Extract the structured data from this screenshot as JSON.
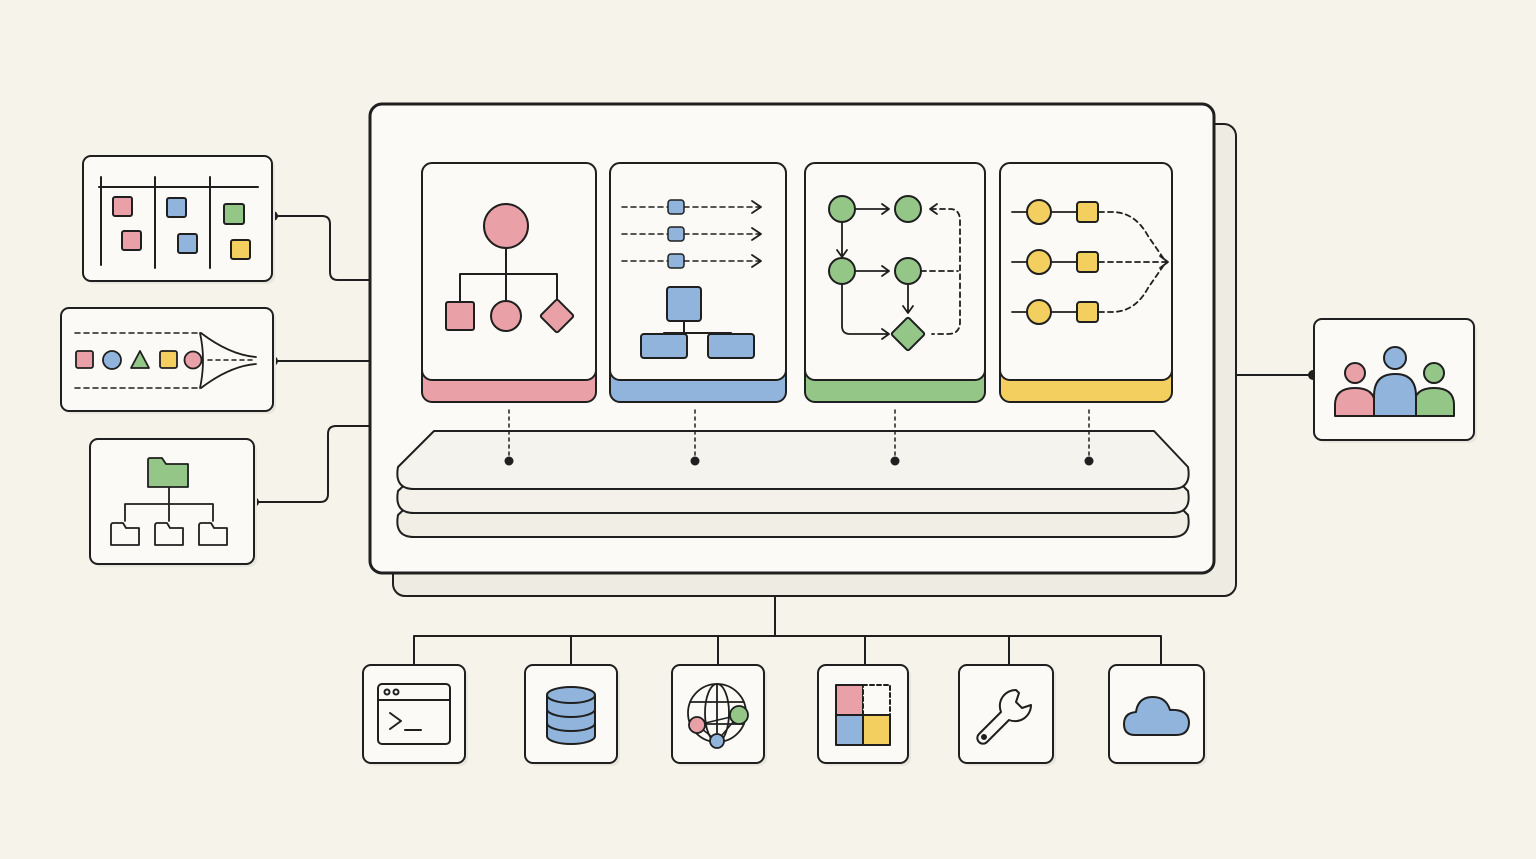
{
  "colors": {
    "background": "#f6f3ea",
    "ink": "#1f1f1f",
    "panel_fill": "#fbfaf6",
    "shadow_fill": "#eeebe2",
    "red": "#e9a0a6",
    "blue": "#90b4dc",
    "green": "#93c687",
    "yellow": "#f2cf5e",
    "grey_line": "#6e6e6e"
  },
  "left_inputs": [
    {
      "name": "kanban-board-card",
      "icon": "kanban-board-icon"
    },
    {
      "name": "shape-funnel-card",
      "icon": "funnel-icon"
    },
    {
      "name": "folder-tree-card",
      "icon": "folder-tree-icon"
    }
  ],
  "core_panels": [
    {
      "name": "hierarchy-panel",
      "icon": "hierarchy-icon",
      "accent": "red"
    },
    {
      "name": "sequence-panel",
      "icon": "sequence-flow-icon",
      "accent": "blue"
    },
    {
      "name": "workflow-loop-panel",
      "icon": "workflow-loop-icon",
      "accent": "green"
    },
    {
      "name": "merge-panel",
      "icon": "parallel-merge-icon",
      "accent": "yellow"
    }
  ],
  "base_layers": 3,
  "right_output": {
    "name": "team-card",
    "icon": "people-group-icon"
  },
  "bottom_tools": [
    {
      "name": "terminal-card",
      "icon": "terminal-icon"
    },
    {
      "name": "database-card",
      "icon": "database-icon"
    },
    {
      "name": "globe-network-card",
      "icon": "globe-network-icon"
    },
    {
      "name": "grid-blocks-card",
      "icon": "grid-blocks-icon"
    },
    {
      "name": "wrench-card",
      "icon": "wrench-icon"
    },
    {
      "name": "cloud-card",
      "icon": "cloud-icon"
    }
  ]
}
